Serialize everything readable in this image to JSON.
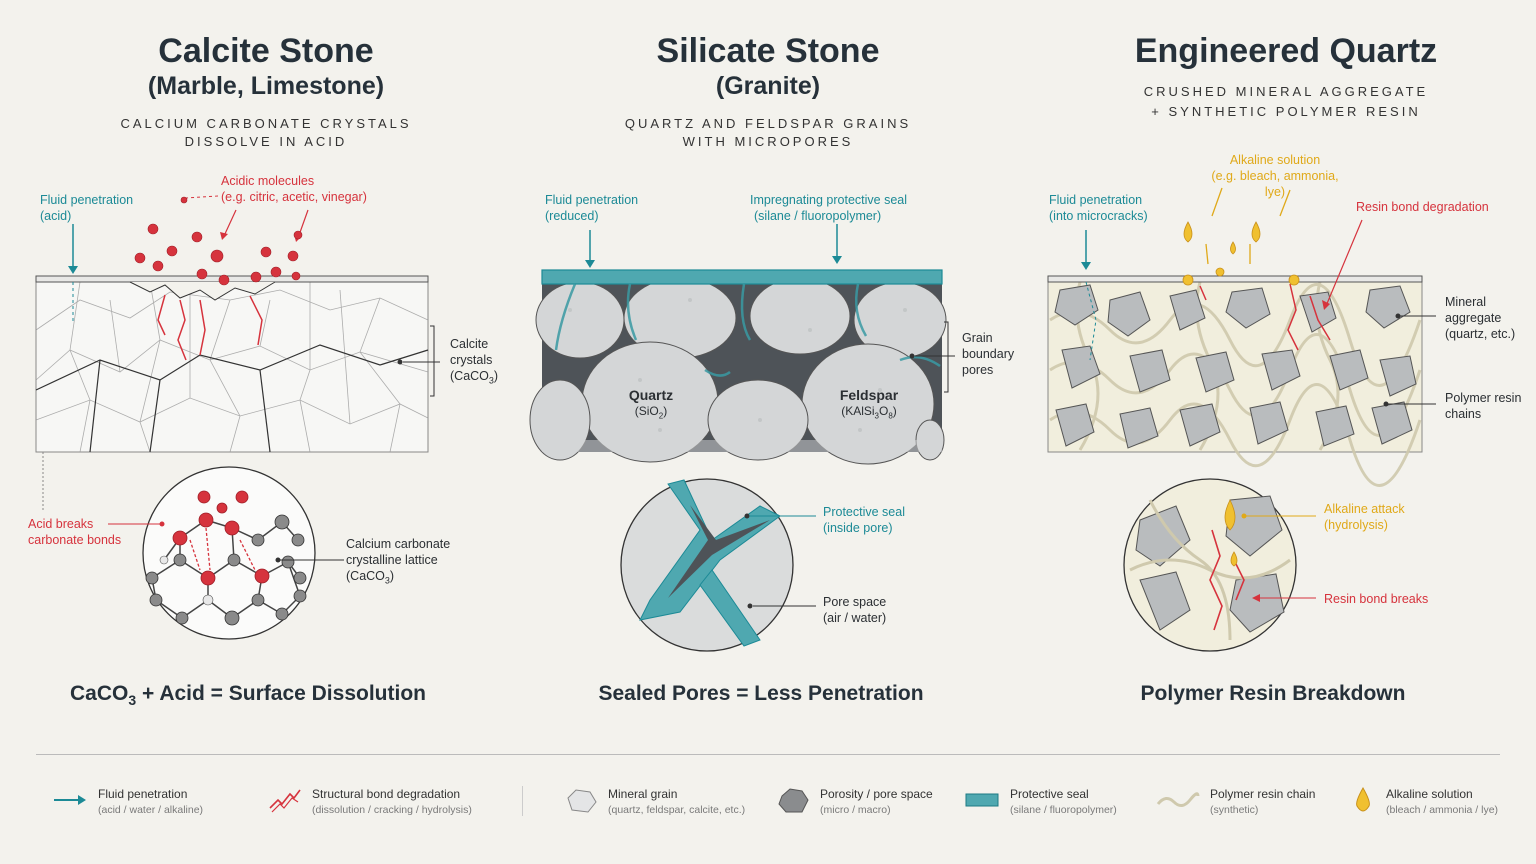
{
  "col1": {
    "title": "Calcite Stone",
    "subtitle": "(Marble, Limestone)",
    "desc1": "CALCIUM CARBONATE CRYSTALS",
    "desc2": "DISSOLVE IN ACID",
    "fluid_label1": "Fluid penetration",
    "fluid_label2": "(acid)",
    "acid_label1": "Acidic molecules",
    "acid_label2": "(e.g. citric, acetic, vinegar)",
    "crystals_label1": "Calcite",
    "crystals_label2": "crystals",
    "crystals_label3": "(CaCO",
    "crystals_sub": "3",
    "crystals_close": ")",
    "bond_label1": "Acid breaks",
    "bond_label2": "carbonate bonds",
    "lattice_label1": "Calcium carbonate",
    "lattice_label2": "crystalline lattice",
    "lattice_label3": "(CaCO",
    "lattice_sub": "3",
    "lattice_close": ")",
    "footer_a": "CaCO",
    "footer_sub": "3",
    "footer_b": " + Acid = Surface Dissolution"
  },
  "col2": {
    "title": "Silicate Stone",
    "subtitle": "(Granite)",
    "desc1": "QUARTZ AND FELDSPAR GRAINS",
    "desc2": "WITH MICROPORES",
    "fluid_label1": "Fluid penetration",
    "fluid_label2": "(reduced)",
    "seal_label1": "Impregnating protective seal",
    "seal_label2": "(silane / fluoropolymer)",
    "grain_label1": "Grain",
    "grain_label2": "boundary",
    "grain_label3": "pores",
    "quartz": "Quartz",
    "quartz_formula": "(SiO",
    "quartz_sub": "2",
    "quartz_close": ")",
    "feldspar": "Feldspar",
    "feldspar_formula": "(KAlSi",
    "feldspar_sub1": "3",
    "feldspar_mid": "O",
    "feldspar_sub2": "8",
    "feldspar_close": ")",
    "pseal_label1": "Protective seal",
    "pseal_label2": "(inside pore)",
    "pore_label1": "Pore space",
    "pore_label2": "(air / water)",
    "footer": "Sealed Pores = Less Penetration"
  },
  "col3": {
    "title": "Engineered Quartz",
    "desc1": "CRUSHED MINERAL AGGREGATE",
    "desc2": "+ SYNTHETIC POLYMER RESIN",
    "alk_label1": "Alkaline solution",
    "alk_label2": "(e.g. bleach, ammonia, lye)",
    "fluid_label1": "Fluid penetration",
    "fluid_label2": "(into microcracks)",
    "degr_label": "Resin bond degradation",
    "mineral_label1": "Mineral",
    "mineral_label2": "aggregate",
    "mineral_label3": "(quartz, etc.)",
    "resin_label1": "Polymer resin",
    "resin_label2": "chains",
    "attack_label1": "Alkaline attack",
    "attack_label2": "(hydrolysis)",
    "breaks_label": "Resin bond breaks",
    "footer": "Polymer Resin Breakdown"
  },
  "legend": [
    {
      "title": "Fluid penetration",
      "sub": "(acid / water / alkaline)",
      "icon": "teal-arrow-icon"
    },
    {
      "title": "Structural bond degradation",
      "sub": "(dissolution / cracking / hydrolysis)",
      "icon": "red-crack-icon"
    },
    {
      "title": "Mineral grain",
      "sub": "(quartz, feldspar, calcite, etc.)",
      "icon": "mineral-grain-icon"
    },
    {
      "title": "Porosity / pore space",
      "sub": "(micro / macro)",
      "icon": "pore-icon"
    },
    {
      "title": "Protective seal",
      "sub": "(silane / fluoropolymer)",
      "icon": "seal-icon"
    },
    {
      "title": "Polymer resin chain",
      "sub": "(synthetic)",
      "icon": "resin-chain-icon"
    },
    {
      "title": "Alkaline solution",
      "sub": "(bleach / ammonia / lye)",
      "icon": "alkaline-drop-icon"
    }
  ],
  "colors": {
    "teal": "#1c8a96",
    "red": "#d6333d",
    "gold": "#e0a919",
    "background": "#f3f2ed",
    "grey": "#c9cbcc"
  }
}
